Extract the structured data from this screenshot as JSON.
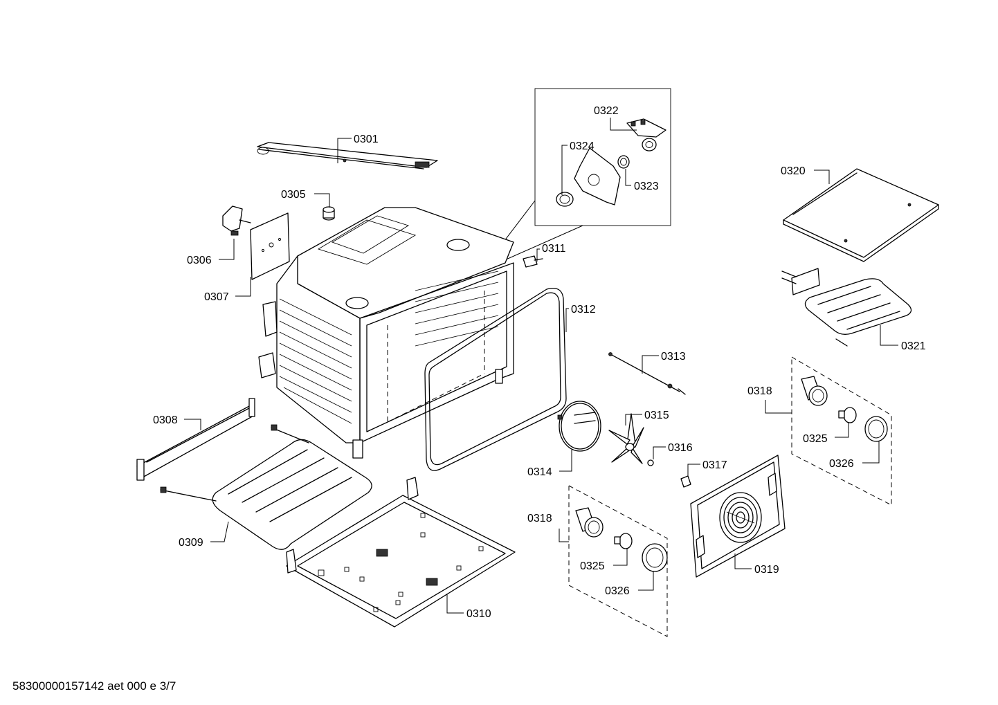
{
  "diagram": {
    "labels": {
      "p0301": "0301",
      "p0305": "0305",
      "p0306": "0306",
      "p0307": "0307",
      "p0308": "0308",
      "p0309": "0309",
      "p0310": "0310",
      "p0311": "0311",
      "p0312": "0312",
      "p0313": "0313",
      "p0314": "0314",
      "p0315": "0315",
      "p0316": "0316",
      "p0317": "0317",
      "p0318a": "0318",
      "p0318b": "0318",
      "p0319": "0319",
      "p0320": "0320",
      "p0321": "0321",
      "p0322": "0322",
      "p0323": "0323",
      "p0324": "0324",
      "p0325a": "0325",
      "p0325b": "0325",
      "p0326a": "0326",
      "p0326b": "0326"
    }
  },
  "footer": {
    "code": "58300000157142 aet 000 e 3/7"
  }
}
